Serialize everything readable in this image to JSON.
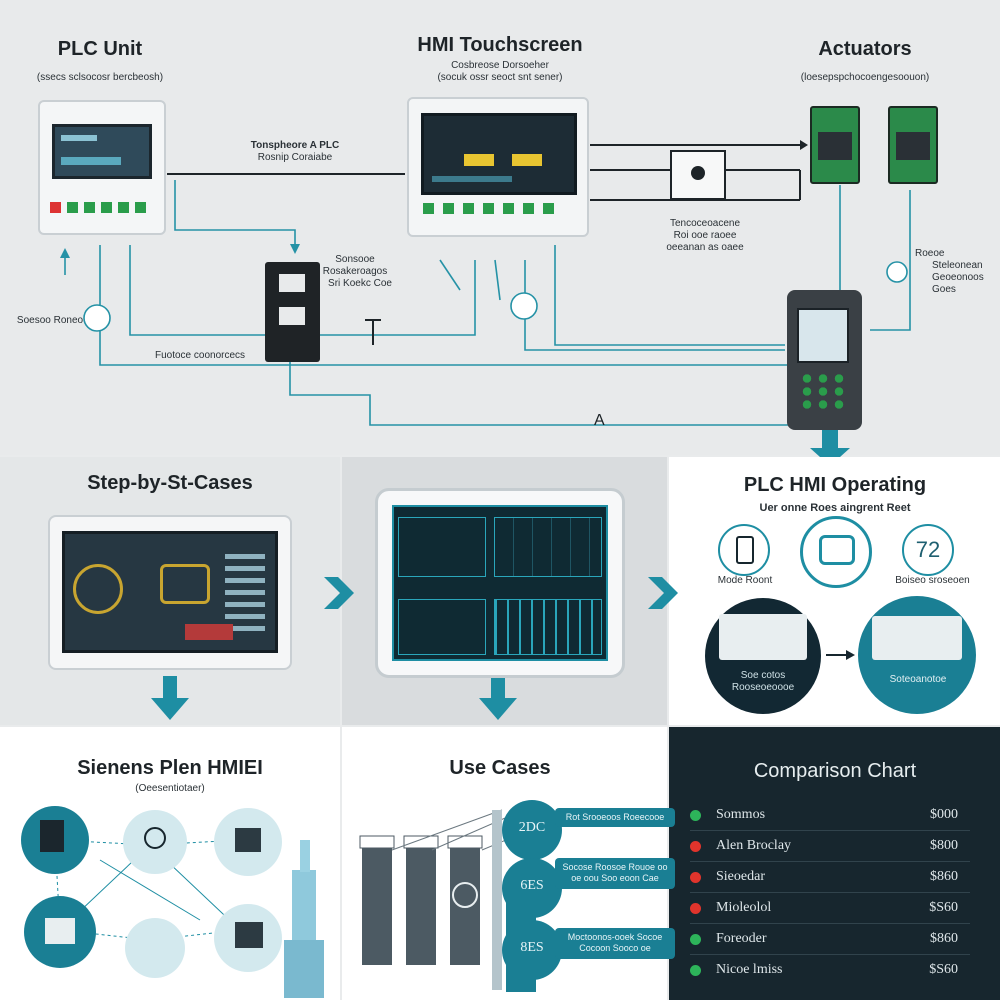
{
  "top": {
    "plc_unit": {
      "title": "PLC Unit",
      "subtitle": "(ssecs sclsocosr bercbeosh)"
    },
    "hmi": {
      "title": "HMI Touchscreen",
      "subtitle_1": "Cosbreose Dorsoeher",
      "subtitle_2": "(socuk ossr seoct snt sener)"
    },
    "actuators": {
      "title": "Actuators",
      "subtitle": "(loesepspchocoengesoouon)"
    },
    "link_label_1": "Tonspheore A PLC",
    "link_label_2": "Rosnip Coraiabe",
    "sensor_label_1": "Sonsooe",
    "sensor_label_2": "Rosakeroagos",
    "sensor_label_3": "Sri Koekc Coe",
    "left_label": "Soesoo Roneo",
    "bottom_label": "Fuotoce coonorcecs",
    "right_mid_label_1": "Tencoceoacene",
    "right_mid_label_2": "Roi ooe raoee",
    "right_mid_label_3": "oeeanan as oaee",
    "right_label_1": "Roeoe",
    "right_label_2": "Steleonean",
    "right_label_3": "Geoeonoos",
    "right_label_4": "Goes",
    "bottom_marker": "A"
  },
  "mid": {
    "step_title": "Step-by-St-Cases",
    "plc_hmi_title": "PLC HMI Operating",
    "plc_hmi_subtitle": "Uer onne Roes aingrent Reet",
    "badge_number": "72",
    "circle_label_1": "Mode Roont",
    "circle_label_2": "Boiseo sroseoen",
    "flow_label_1": "Soe cotos",
    "flow_label_2": "Rooseoeoooe",
    "flow_label_3": "Soteoanotoe"
  },
  "bottom": {
    "siemens_title": "Sienens Plen HMIEI",
    "siemens_subtitle": "(Oeesentiotaer)",
    "use_title": "Use Cases",
    "use_notes": [
      "Rot Srooeoos Roeecooe",
      "Socose Roosoe Rouoe oo oe oou Soo eoon Cae",
      "Moctoonos-ooek Socoe Cocoon Sooco oe"
    ],
    "use_badges": [
      "2DC",
      "6ES",
      "8ES"
    ],
    "chart_title": "Comparison Chart"
  },
  "chart_data": {
    "type": "table",
    "title": "Comparison Chart",
    "rows": [
      {
        "name": "Sommos",
        "value": "$000",
        "color": "#2db45a"
      },
      {
        "name": "Alen Broclay",
        "value": "$800",
        "color": "#e0342c"
      },
      {
        "name": "Sieoedar",
        "value": "$860",
        "color": "#e0342c"
      },
      {
        "name": "Mioleolol",
        "value": "$S60",
        "color": "#e0342c"
      },
      {
        "name": "Foreoder",
        "value": "$860",
        "color": "#2db45a"
      },
      {
        "name": "Nicoe lmiss",
        "value": "$S60",
        "color": "#2db45a"
      }
    ]
  },
  "colors": {
    "teal": "#1e8ea3",
    "dark": "#17262e",
    "green": "#2a9d4b"
  }
}
